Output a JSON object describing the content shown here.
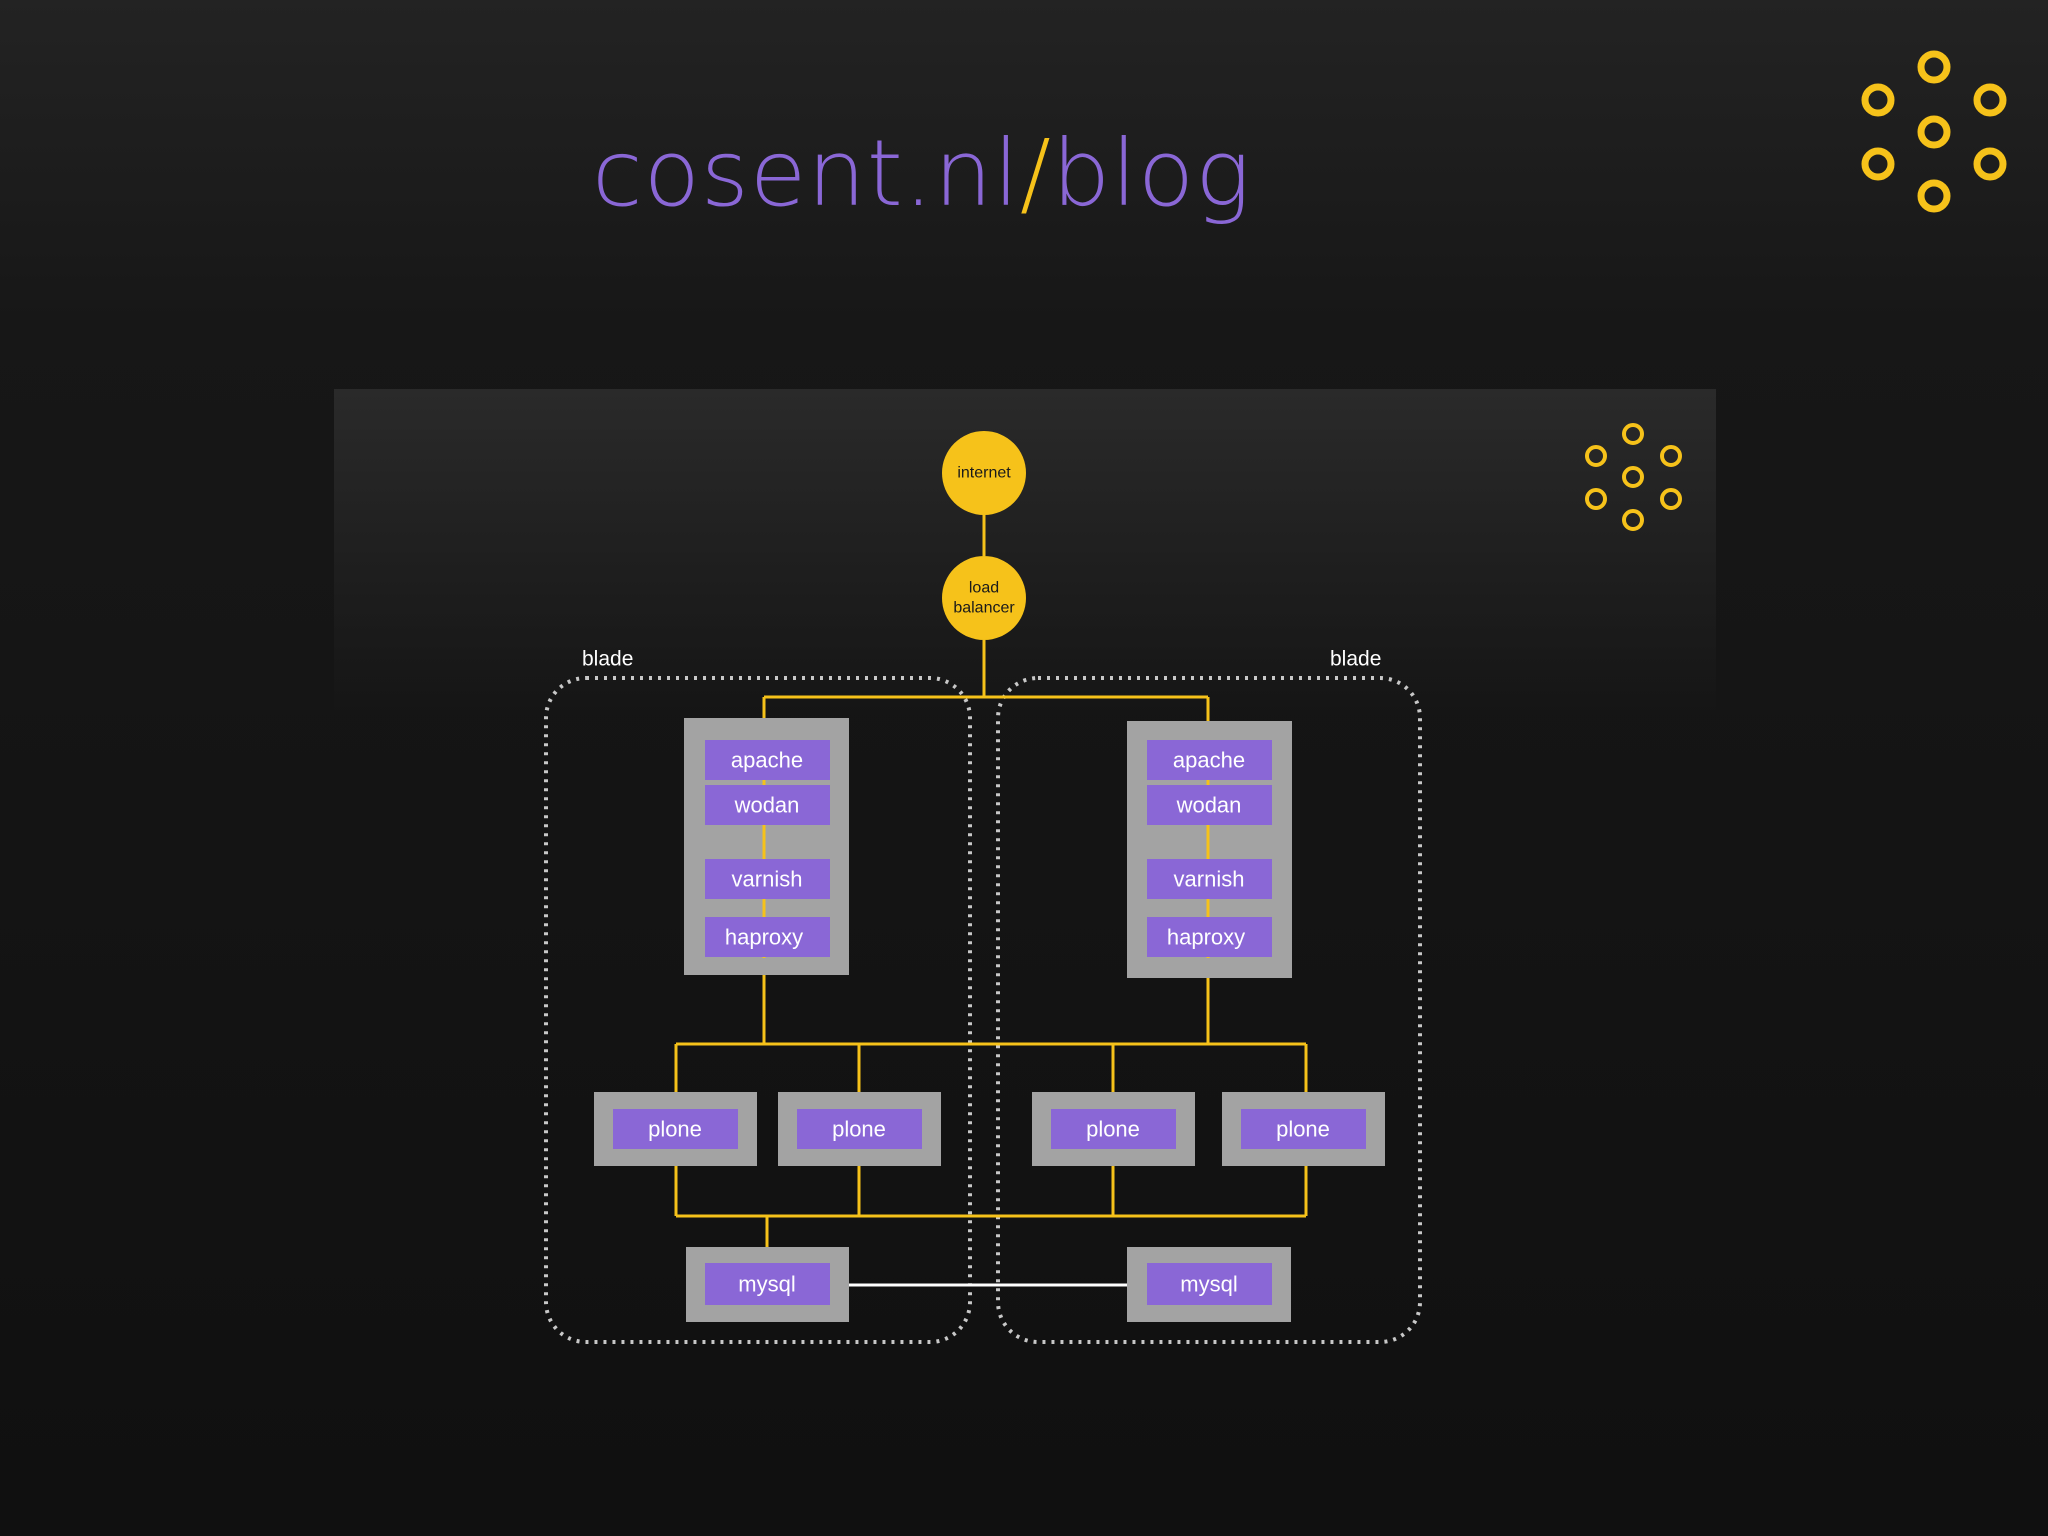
{
  "slide": {
    "title_part1": "cosent.nl",
    "title_slash": "/",
    "title_part2": "blog"
  },
  "colors": {
    "purple": "#8a67d6",
    "yellow": "#f6c21a",
    "server_gray": "#a3a3a3",
    "background": "#111111"
  },
  "icons": {
    "logo": "ring-dots-logo-icon"
  },
  "diagram": {
    "internet": "internet",
    "load_balancer_line1": "load",
    "load_balancer_line2": "balancer",
    "blade_left": "blade",
    "blade_right": "blade",
    "left_stack": [
      "apache",
      "wodan",
      "varnish",
      "haproxy"
    ],
    "right_stack": [
      "apache",
      "wodan",
      "varnish",
      "haproxy"
    ],
    "plone_nodes": [
      "plone",
      "plone",
      "plone",
      "plone"
    ],
    "mysql_left": "mysql",
    "mysql_right": "mysql"
  }
}
